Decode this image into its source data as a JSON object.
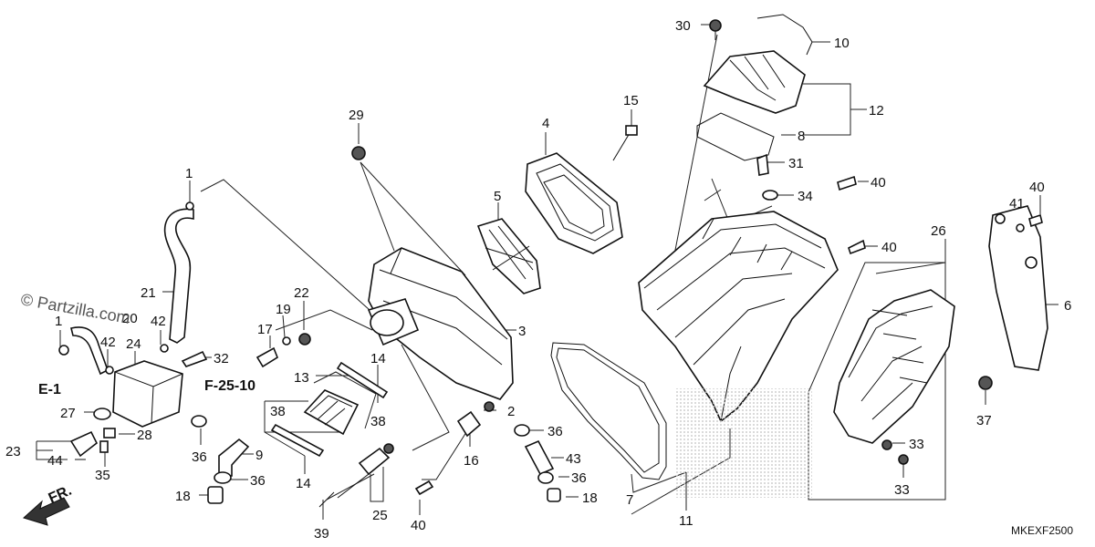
{
  "watermark": "© Partzilla.com",
  "diagram_code": "MKEXF2500",
  "direction_label": "FR.",
  "section_refs": {
    "e1": "E-1",
    "f2510": "F-25-10"
  },
  "callouts": {
    "c1a": "1",
    "c1b": "1",
    "c2": "2",
    "c3": "3",
    "c4": "4",
    "c5": "5",
    "c6": "6",
    "c7": "7",
    "c8": "8",
    "c9": "9",
    "c10": "10",
    "c11": "11",
    "c12": "12",
    "c13": "13",
    "c14a": "14",
    "c14b": "14",
    "c15": "15",
    "c16": "16",
    "c17": "17",
    "c18a": "18",
    "c18b": "18",
    "c19": "19",
    "c20": "20",
    "c21": "21",
    "c22": "22",
    "c23": "23",
    "c24": "24",
    "c25": "25",
    "c26": "26",
    "c27": "27",
    "c28": "28",
    "c29": "29",
    "c30": "30",
    "c31": "31",
    "c32": "32",
    "c33a": "33",
    "c33b": "33",
    "c34": "34",
    "c35": "35",
    "c36a": "36",
    "c36b": "36",
    "c36c": "36",
    "c37": "37",
    "c38a": "38",
    "c38b": "38",
    "c39": "39",
    "c40a": "40",
    "c40b": "40",
    "c40c": "40",
    "c40d": "40",
    "c41": "41",
    "c42a": "42",
    "c42b": "42",
    "c43": "43",
    "c44": "44"
  }
}
